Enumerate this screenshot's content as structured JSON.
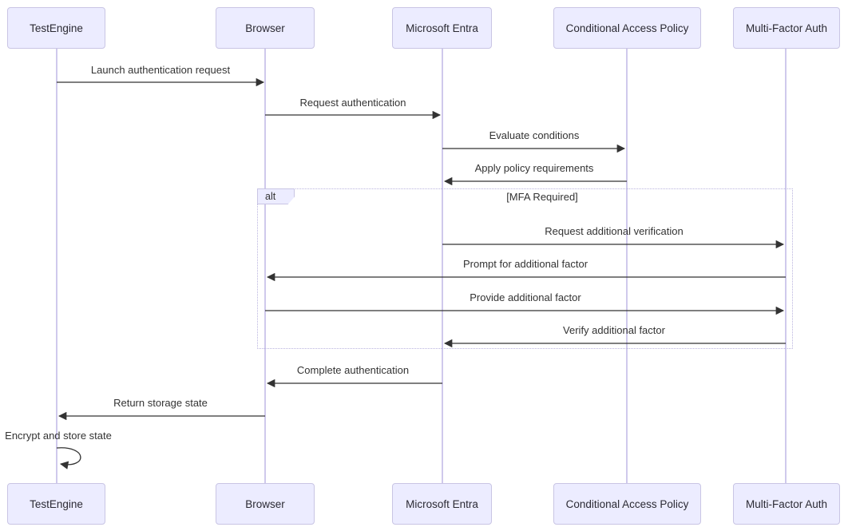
{
  "diagram_type": "sequence-diagram",
  "participants": [
    {
      "name": "TestEngine"
    },
    {
      "name": "Browser"
    },
    {
      "name": "Microsoft Entra"
    },
    {
      "name": "Conditional Access Policy"
    },
    {
      "name": "Multi-Factor Auth"
    }
  ],
  "messages": [
    {
      "text": "Launch authentication request",
      "from": "TestEngine",
      "to": "Browser",
      "line": "solid"
    },
    {
      "text": "Request authentication",
      "from": "Browser",
      "to": "Microsoft Entra",
      "line": "solid"
    },
    {
      "text": "Evaluate conditions",
      "from": "Microsoft Entra",
      "to": "Conditional Access Policy",
      "line": "solid"
    },
    {
      "text": "Apply policy requirements",
      "from": "Conditional Access Policy",
      "to": "Microsoft Entra",
      "line": "solid"
    },
    {
      "text": "Request additional verification",
      "from": "Microsoft Entra",
      "to": "Multi-Factor Auth",
      "line": "solid"
    },
    {
      "text": "Prompt for additional factor",
      "from": "Multi-Factor Auth",
      "to": "Browser",
      "line": "solid"
    },
    {
      "text": "Provide additional factor",
      "from": "Browser",
      "to": "Multi-Factor Auth",
      "line": "solid"
    },
    {
      "text": "Verify additional factor",
      "from": "Multi-Factor Auth",
      "to": "Microsoft Entra",
      "line": "solid"
    },
    {
      "text": "Complete authentication",
      "from": "Microsoft Entra",
      "to": "Browser",
      "line": "solid"
    },
    {
      "text": "Return storage state",
      "from": "Browser",
      "to": "TestEngine",
      "line": "solid"
    },
    {
      "text": "Encrypt and store state",
      "from": "TestEngine",
      "to": "TestEngine",
      "line": "self-loop"
    }
  ],
  "fragment": {
    "operator": "alt",
    "guard": "[MFA Required]"
  },
  "colors": {
    "actor_fill": "#ECECFF",
    "actor_border": "#c9c5e4",
    "lifeline": "#cfc9ec",
    "message_line": "#333333",
    "text": "#333333",
    "fragment_border": "#b9b3de",
    "background": "#ffffff"
  }
}
